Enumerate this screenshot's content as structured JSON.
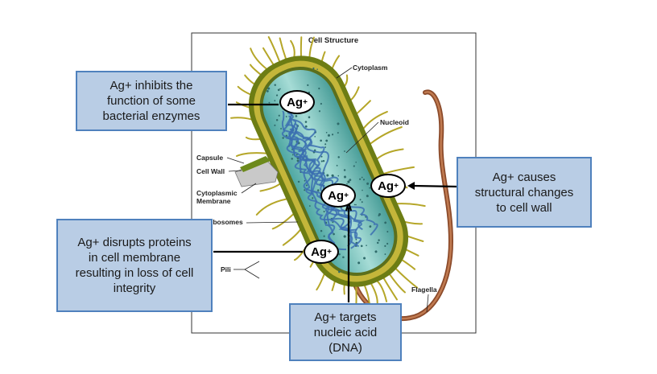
{
  "figure": {
    "title": "Cell Structure",
    "labels": {
      "cytoplasm": "Cytoplasm",
      "nucleoid": "Nucleoid",
      "capsule": "Capsule",
      "cell_wall": "Cell Wall",
      "cytoplasmic_membrane_1": "Cytoplasmic",
      "cytoplasmic_membrane_2": "Membrane",
      "ribosomes": "ibosomes",
      "pili": "Pili",
      "flagella": "Flagella"
    }
  },
  "ag_markers": {
    "symbol": "Ag",
    "charge": "+"
  },
  "callouts": {
    "enzymes": [
      "Ag+ inhibits the",
      "function of some",
      "bacterial enzymes"
    ],
    "membrane": [
      "Ag+ disrupts proteins",
      "in cell membrane",
      "resulting in loss of cell",
      "integrity"
    ],
    "dna": [
      "Ag+ targets",
      "nucleic acid",
      "(DNA)"
    ],
    "cell_wall": [
      "Ag+ causes",
      "structural changes",
      "to cell wall"
    ]
  },
  "colors": {
    "callout_fill": "#b9cde5",
    "callout_border": "#4f81bd",
    "pili": "#b5a628",
    "cell_wall": "#7f8d1e",
    "cytoplasm": "#7fc7c0",
    "nucleoid": "#3b6fb0",
    "flagellum": "#a0522d"
  }
}
